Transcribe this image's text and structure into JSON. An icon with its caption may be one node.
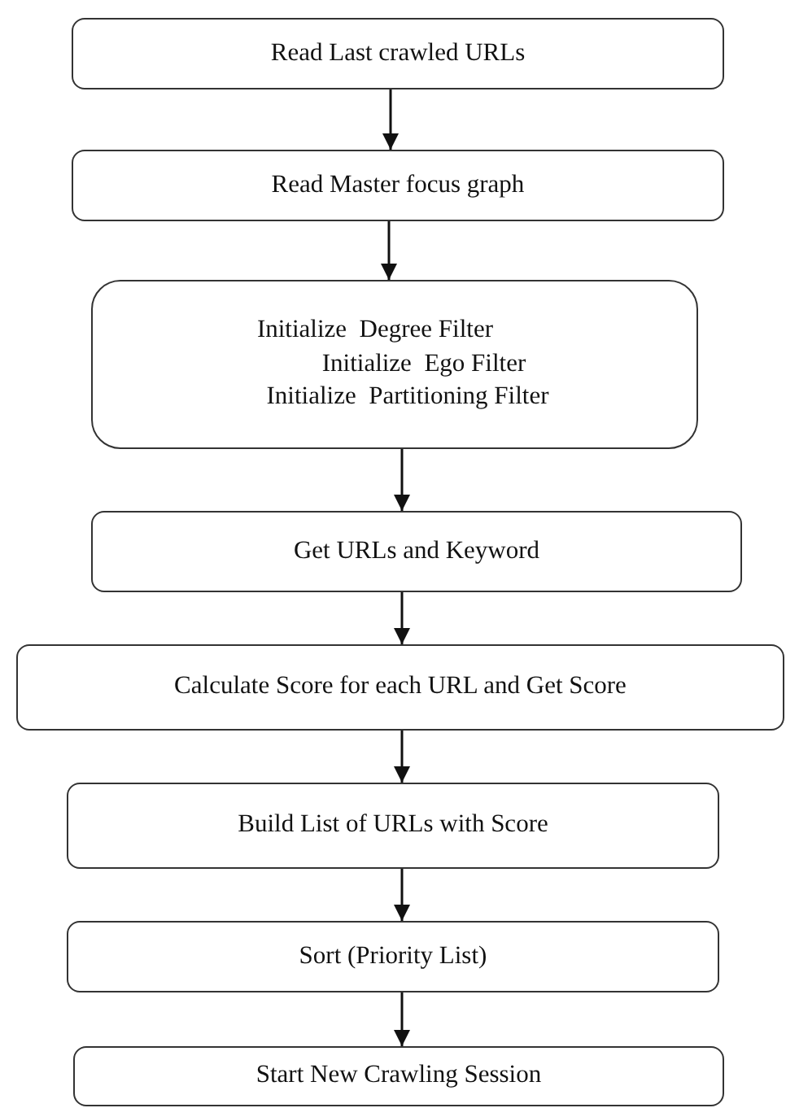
{
  "diagram": {
    "nodes": [
      {
        "text": [
          "Read Last crawled URLs"
        ]
      },
      {
        "text": [
          "Read Master focus graph"
        ]
      },
      {
        "text": [
          "Initialize  Degree Filter",
          "Initialize  Ego Filter",
          "Initialize  Partitioning Filter"
        ]
      },
      {
        "text": [
          "Get URLs and Keyword"
        ]
      },
      {
        "text": [
          "Calculate Score for each URL and Get Score"
        ]
      },
      {
        "text": [
          "Build List of URLs with Score"
        ]
      },
      {
        "text": [
          "Sort (Priority List)"
        ]
      },
      {
        "text": [
          "Start New Crawling Session"
        ]
      }
    ],
    "edges": [
      {
        "from": 0,
        "to": 1,
        "arrow": "to"
      },
      {
        "from": 1,
        "to": 2,
        "arrow": "to"
      },
      {
        "from": 2,
        "to": 3,
        "arrow": "to"
      },
      {
        "from": 3,
        "to": 4,
        "arrow": "to"
      },
      {
        "from": 4,
        "to": 5,
        "arrow": "to"
      },
      {
        "from": 5,
        "to": 6,
        "arrow": "to"
      },
      {
        "from": 6,
        "to": 7,
        "arrow": "to"
      }
    ]
  }
}
